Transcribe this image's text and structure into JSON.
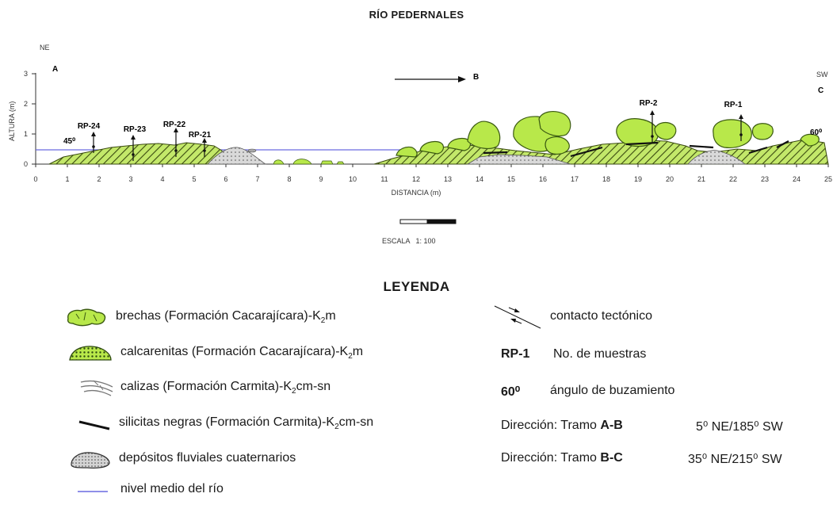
{
  "title": "RÍO PEDERNALES",
  "profile": {
    "orient_left": "NE",
    "orient_right": "SW",
    "points": [
      "A",
      "B",
      "C"
    ],
    "y_label": "ALTURA (m)",
    "x_label": "DISTANCIA (m)",
    "y_ticks": [
      "0",
      "1",
      "2",
      "3"
    ],
    "x_ticks": [
      "0",
      "1",
      "2",
      "3",
      "4",
      "5",
      "6",
      "7",
      "8",
      "9",
      "10",
      "11",
      "12",
      "13",
      "14",
      "15",
      "16",
      "17",
      "18",
      "19",
      "20",
      "21",
      "22",
      "23",
      "24",
      "25"
    ],
    "samples": [
      "RP-24",
      "RP-23",
      "RP-22",
      "RP-21",
      "RP-2",
      "RP-1"
    ],
    "dip_left": "45⁰",
    "dip_right": "60⁰",
    "scale_label": "ESCALA   1: 100"
  },
  "legend": {
    "title": "LEYENDA",
    "brechas": {
      "text": "brechas (Formación Cacarajícara)-K",
      "sub": "2",
      "suffix": "m"
    },
    "calcarenitas": {
      "text": "calcarenitas (Formación Cacarajícara)-K",
      "sub": "2",
      "suffix": "m"
    },
    "calizas": {
      "text": "calizas (Formación Carmita)-K",
      "sub": "2",
      "suffix": "cm-sn"
    },
    "silicitas": {
      "text": "silicitas negras (Formación Carmita)-K",
      "sub": "2",
      "suffix": "cm-sn"
    },
    "depositos": "depósitos fluviales cuaternarios",
    "nivel": "nivel medio del río",
    "contacto": "contacto tectónico",
    "muestras_code": "RP-1",
    "muestras_text": "No. de muestras",
    "angulo_code": "60⁰",
    "angulo_text": "ángulo de buzamiento",
    "dir1": {
      "label": "Dirección:",
      "tramo": "Tramo",
      "seg": "A-B",
      "value": "5⁰ NE/185⁰ SW"
    },
    "dir2": {
      "label": "Dirección:",
      "tramo": "Tramo",
      "seg": "B-C",
      "value": "35⁰ NE/215⁰ SW"
    }
  },
  "colors": {
    "breccia": "#b8e84a",
    "breccia_stroke": "#3b5a12",
    "hatch": "#3a4a10",
    "river_level": "#6a6ae0",
    "deposit": "#cfcfcf",
    "chert": "#111111"
  }
}
